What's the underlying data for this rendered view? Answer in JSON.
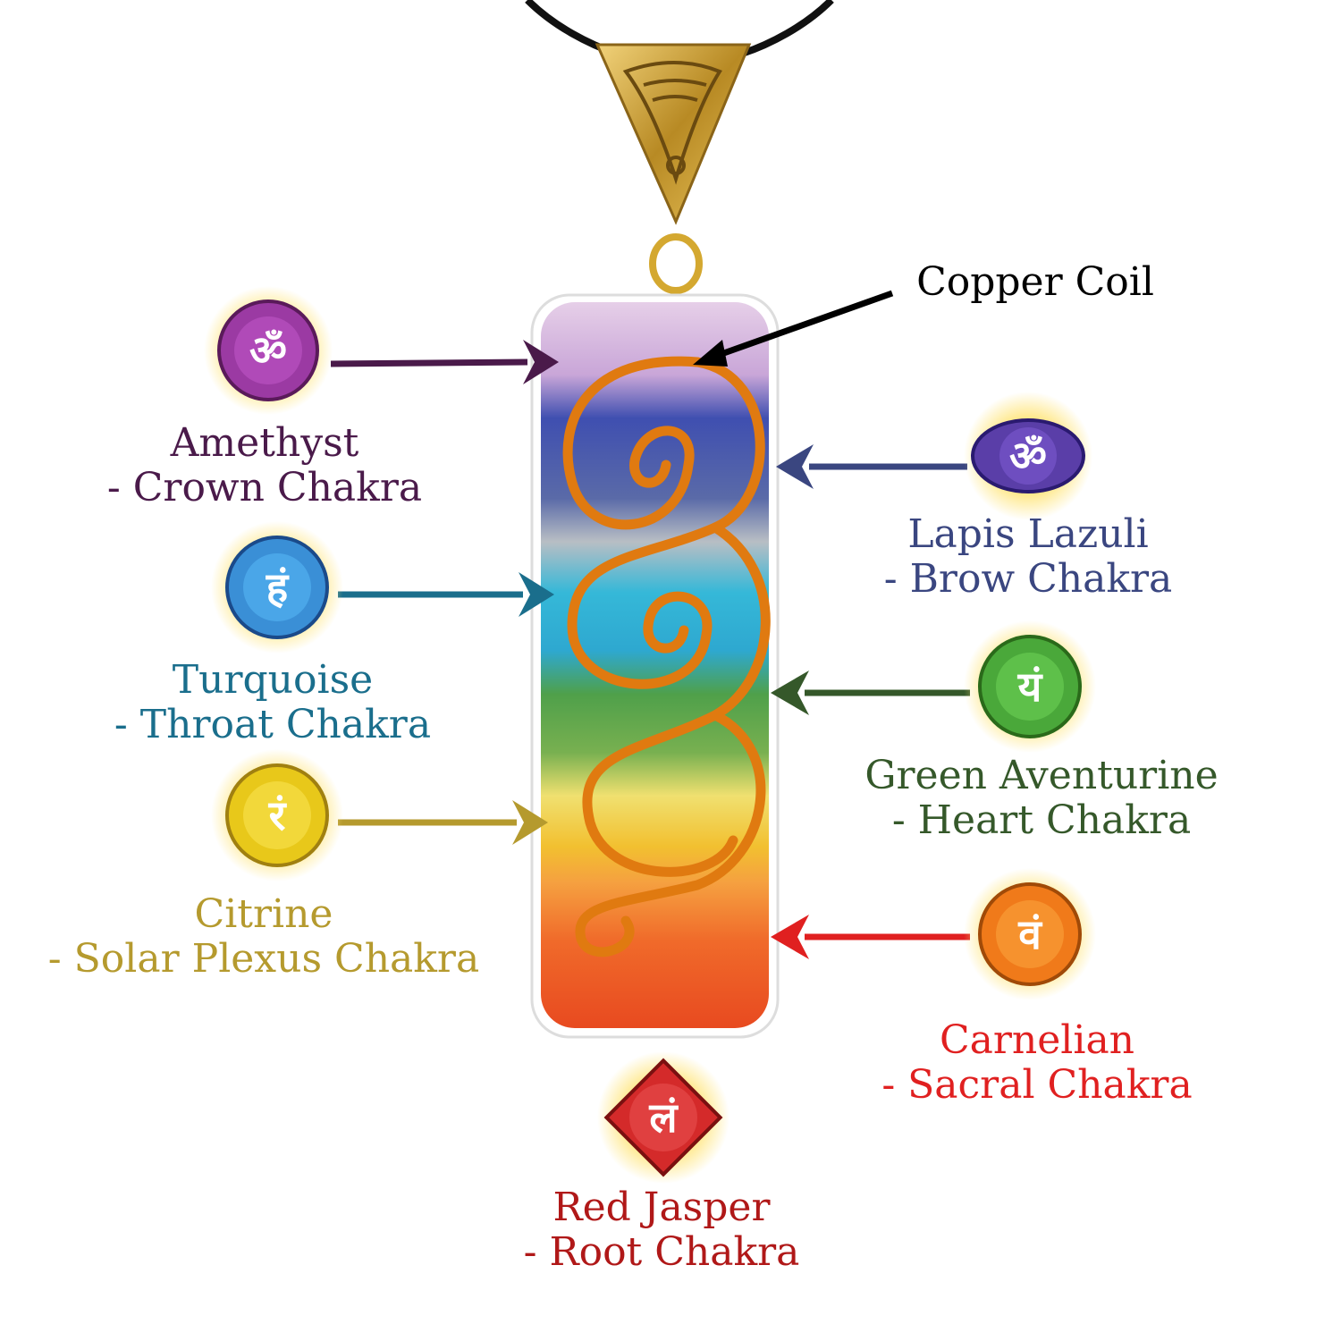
{
  "copper_coil_label": "Copper Coil",
  "chakras": [
    {
      "id": "crown",
      "stone": "Amethyst",
      "chakra": "- Crown Chakra",
      "color": "#4a1a4a",
      "icon_color": "#9b3aa3",
      "glyph": "ॐ"
    },
    {
      "id": "brow",
      "stone": "Lapis Lazuli",
      "chakra": "- Brow Chakra",
      "color": "#3a4680",
      "icon_color": "#5a3ea8",
      "glyph": "ॐ"
    },
    {
      "id": "throat",
      "stone": "Turquoise",
      "chakra": "- Throat Chakra",
      "color": "#1a6e8c",
      "icon_color": "#3a8fd6",
      "glyph": "हं"
    },
    {
      "id": "heart",
      "stone": "Green Aventurine",
      "chakra": "- Heart Chakra",
      "color": "#35582a",
      "icon_color": "#4aa83a",
      "glyph": "यं"
    },
    {
      "id": "solar",
      "stone": "Citrine",
      "chakra": "- Solar Plexus Chakra",
      "color": "#b59a2e",
      "icon_color": "#e8c81a",
      "glyph": "रं"
    },
    {
      "id": "sacral",
      "stone": "Carnelian",
      "chakra": "- Sacral Chakra",
      "color": "#e02020",
      "icon_color": "#f07a1a",
      "glyph": "वं"
    },
    {
      "id": "root",
      "stone": "Red Jasper",
      "chakra": "- Root Chakra",
      "color": "#b01818",
      "icon_color": "#d42a2a",
      "glyph": "लं"
    }
  ],
  "colors": {
    "copper": "#e07a10",
    "gold": "#c9a227",
    "cord": "#111111",
    "arrow_copper": "#000000"
  }
}
